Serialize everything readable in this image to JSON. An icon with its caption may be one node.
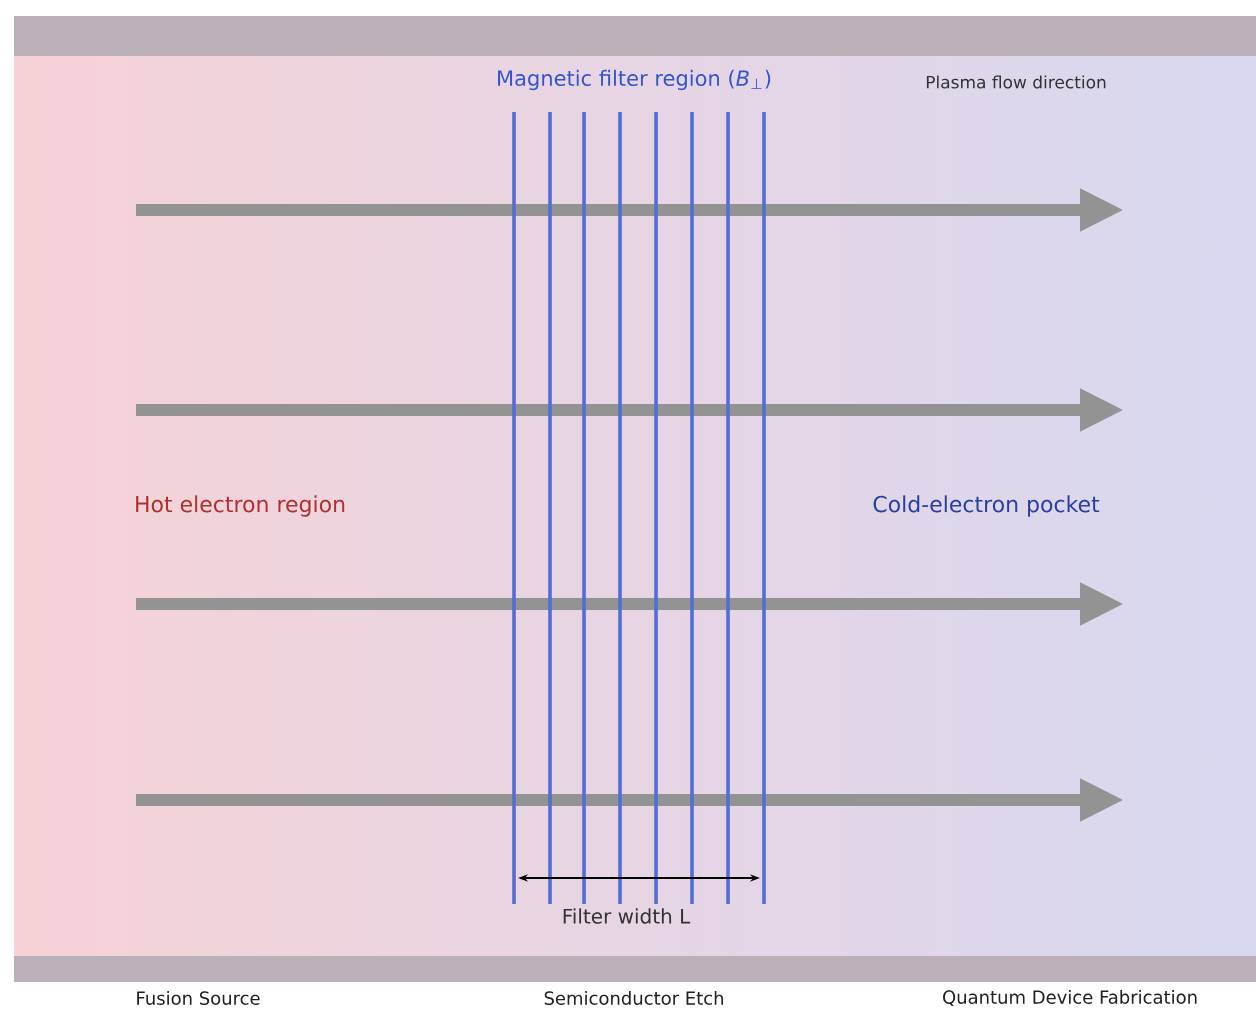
{
  "diagram": {
    "labels": [
      "Magnetic filter region (*B*$_{⊥}$)",
      "Plasma flow direction",
      "Hot electron region",
      "Cold-electron pocket",
      "Filter width L",
      "Fusion Source",
      "Semiconductor Etch",
      "Quantum Device Fabrication"
    ]
  }
}
